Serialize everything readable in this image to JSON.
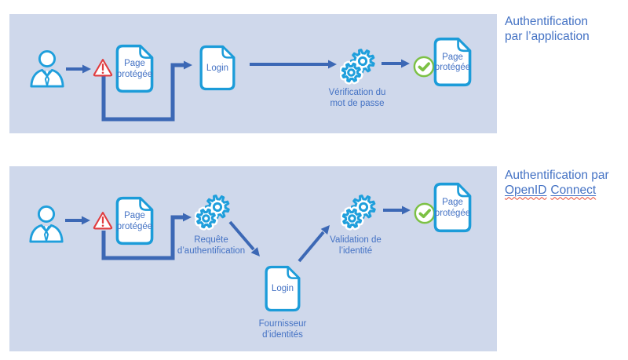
{
  "titles": {
    "d1_line1": "Authentification",
    "d1_line2": "par l’application",
    "d2_line1": "Authentification par",
    "d2_word1": "OpenID",
    "d2_word2": "Connect"
  },
  "d1": {
    "doc_protected_1": "Page protégée",
    "doc_login": "Login",
    "verify_line1": "Vérification du",
    "verify_line2": "mot de passe",
    "doc_protected_2": "Page protégée"
  },
  "d2": {
    "doc_protected_1": "Page protégée",
    "request_line1": "Requête",
    "request_line2": "d’authentification",
    "doc_login": "Login",
    "provider_line1": "Fournisseur",
    "provider_line2": "d’identités",
    "validate_line1": "Validation de",
    "validate_line2": "l’identité",
    "doc_protected_2": "Page protégée"
  },
  "icons": {
    "user": "user-icon",
    "warning": "warning-icon",
    "document": "document-icon",
    "gears": "gears-icon",
    "check": "check-circle-icon"
  },
  "colors": {
    "panel_bg": "#CFD8EB",
    "arrow_blue": "#3C68B5",
    "text_blue": "#4472C4",
    "icon_cyan": "#1F9FDC",
    "doc_border": "#1C9CD9",
    "warning_red": "#E03C3F",
    "check_green": "#7CC144",
    "squiggle_red": "#E8442E"
  }
}
